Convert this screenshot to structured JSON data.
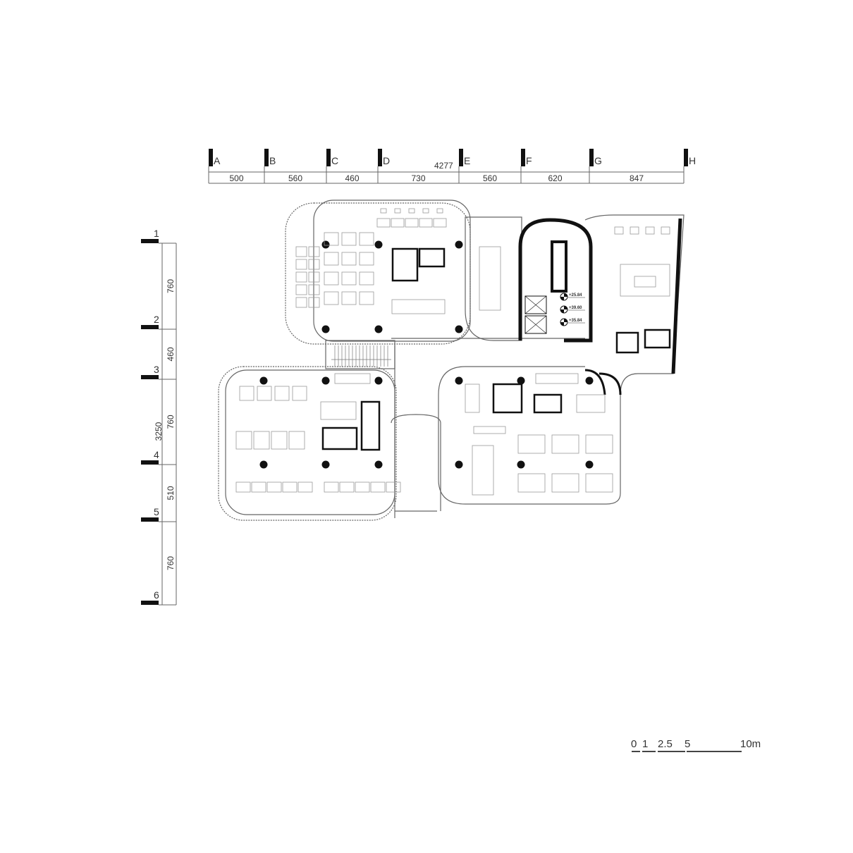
{
  "grid_columns": [
    {
      "label": "A"
    },
    {
      "label": "B"
    },
    {
      "label": "C"
    },
    {
      "label": "D"
    },
    {
      "label": "E"
    },
    {
      "label": "F"
    },
    {
      "label": "G"
    },
    {
      "label": "H"
    }
  ],
  "column_spacings": [
    "500",
    "560",
    "460",
    "730",
    "560",
    "620",
    "847"
  ],
  "column_total": "4277",
  "grid_rows": [
    {
      "label": "1"
    },
    {
      "label": "2"
    },
    {
      "label": "3"
    },
    {
      "label": "4"
    },
    {
      "label": "5"
    },
    {
      "label": "6"
    }
  ],
  "row_spacings": [
    "760",
    "460",
    "760",
    "510",
    "760"
  ],
  "row_total": "3250",
  "elevations": [
    "+25.84",
    "+39.60",
    "+35.84"
  ],
  "scale_bar": {
    "ticks": [
      "0",
      "1",
      "2.5",
      "5",
      "10m"
    ]
  },
  "colors": {
    "line": "#555555",
    "wall": "#111111",
    "furniture": "#999999"
  }
}
